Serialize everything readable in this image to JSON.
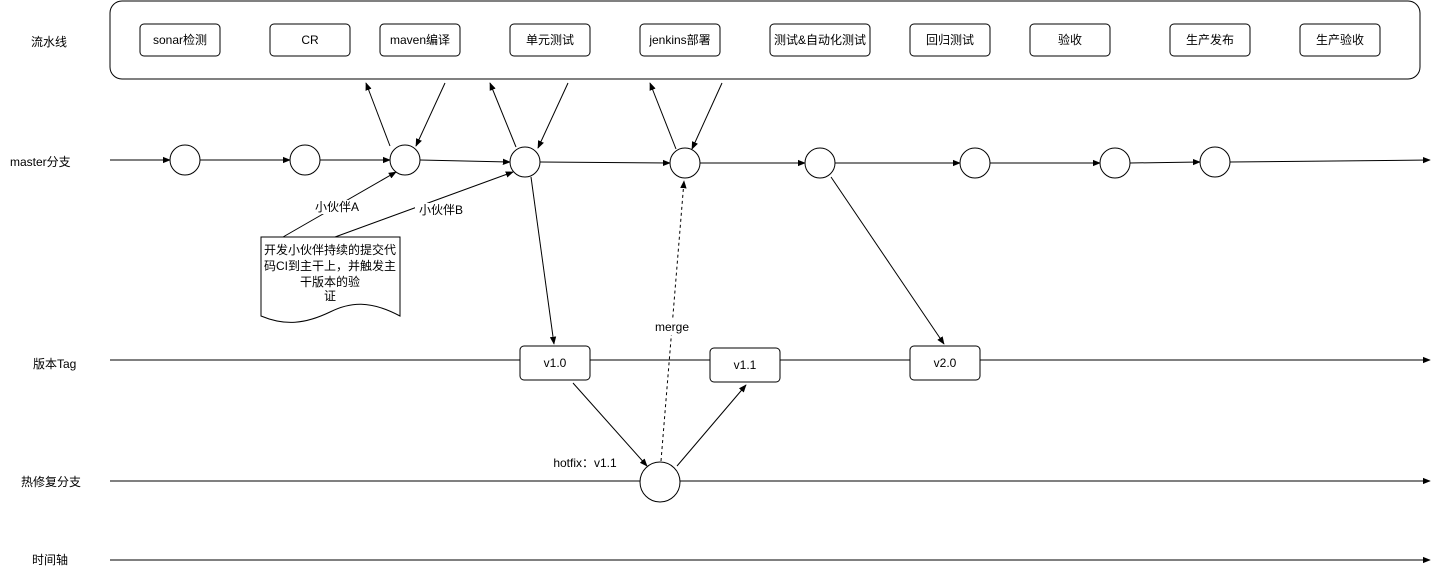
{
  "lanes": {
    "pipeline": "流水线",
    "master": "master分支",
    "tag": "版本Tag",
    "hotfix": "热修复分支",
    "timeline": "时间轴"
  },
  "pipeline_stages": [
    "sonar检测",
    "CR",
    "maven编译",
    "单元测试",
    "jenkins部署",
    "测试&自动化测试",
    "回归测试",
    "验收",
    "生产发布",
    "生产验收"
  ],
  "partners": {
    "a": "小伙伴A",
    "b": "小伙伴B"
  },
  "note": {
    "lines": [
      "开发小伙伴持续的提交代",
      "码CI到主干上，并触发主",
      "干版本的验",
      "证"
    ]
  },
  "tags": {
    "v10": "v1.0",
    "v11": "v1.1",
    "v20": "v2.0"
  },
  "hotfix_label": "hotfix：v1.1",
  "merge_label": "merge"
}
